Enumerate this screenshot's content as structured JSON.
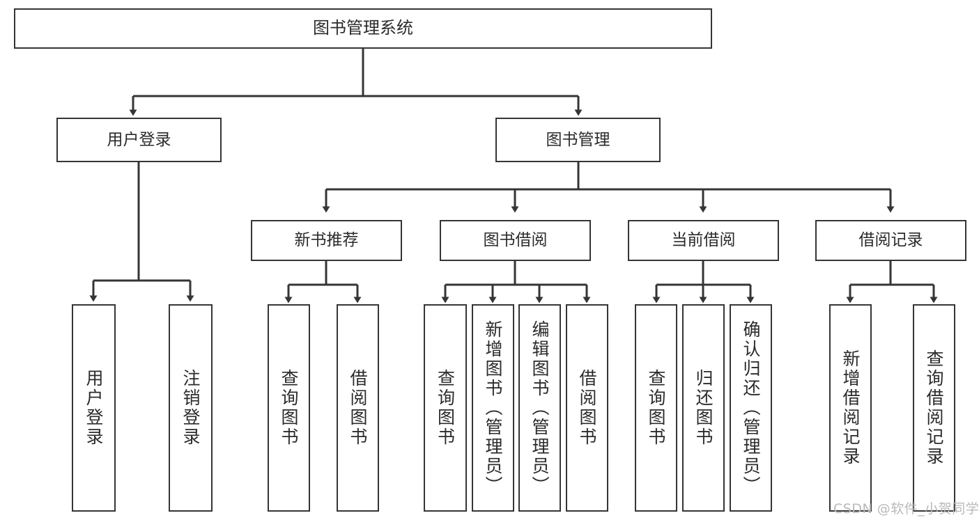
{
  "diagram": {
    "title": "图书管理系统",
    "root": {
      "label": "图书管理系统"
    },
    "level2": [
      {
        "label": "用户登录"
      },
      {
        "label": "图书管理"
      }
    ],
    "level3": [
      {
        "label": "新书推荐"
      },
      {
        "label": "图书借阅"
      },
      {
        "label": "当前借阅"
      },
      {
        "label": "借阅记录"
      }
    ],
    "leaves": {
      "user_login": [
        {
          "label": "用户登录"
        },
        {
          "label": "注销登录"
        }
      ],
      "new_book_recommend": [
        {
          "label": "查询图书"
        },
        {
          "label": "借阅图书"
        }
      ],
      "book_borrow": [
        {
          "label": "查询图书"
        },
        {
          "label": "新增图书（管理员）"
        },
        {
          "label": "编辑图书（管理员）"
        },
        {
          "label": "借阅图书"
        }
      ],
      "current_borrow": [
        {
          "label": "查询图书"
        },
        {
          "label": "归还图书"
        },
        {
          "label": "确认归还（管理员）"
        }
      ],
      "borrow_record": [
        {
          "label": "新增借阅记录"
        },
        {
          "label": "查询借阅记录"
        }
      ]
    }
  },
  "watermark": {
    "text": "CSDN @软件_小贺同学"
  },
  "colors": {
    "border": "#353535",
    "text": "#2b2b2b",
    "background": "#ffffff",
    "watermark": "#b9b9b9"
  }
}
